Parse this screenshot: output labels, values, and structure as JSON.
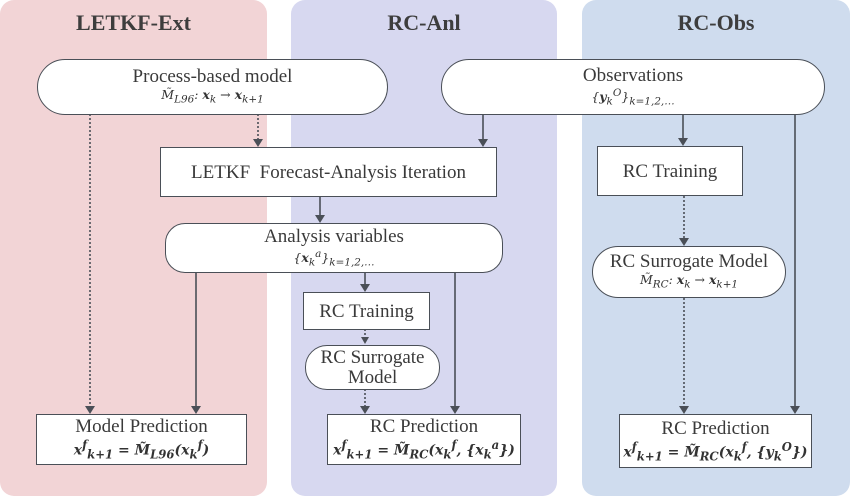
{
  "colors": {
    "panel_letkf_ext": "#f2d4d6",
    "panel_rc_anl": "#d7d8f0",
    "panel_rc_obs": "#cfdcee",
    "node_border": "#4a4f57",
    "arrow": "#4a4f57"
  },
  "panels": [
    {
      "id": "letkf-ext",
      "title": "LETKF-Ext"
    },
    {
      "id": "rc-anl",
      "title": "RC-Anl"
    },
    {
      "id": "rc-obs",
      "title": "RC-Obs"
    }
  ],
  "nodes": {
    "process_model": {
      "title": "Process-based model",
      "formula": "M̃L96: xk → xk+1"
    },
    "observations": {
      "title": "Observations",
      "formula": "{yᵏᴼ}k=1,2,…"
    },
    "letkf_iteration": {
      "title": "LETKF  Forecast-Analysis Iteration"
    },
    "analysis_variables": {
      "title": "Analysis variables",
      "formula": "{xₖᵃ}k=1,2,…"
    },
    "rc_training_anl": {
      "title": "RC Training"
    },
    "rc_surrogate_anl": {
      "title": "RC Surrogate Model"
    },
    "model_prediction": {
      "title": "Model Prediction",
      "formula": "xᶠk+1 = M̃L96(xₖᶠ)"
    },
    "rc_prediction_anl": {
      "title": "RC Prediction",
      "formula": "xᶠk+1 = M̃RC(xₖᶠ, {xₖᵃ})"
    },
    "rc_training_obs": {
      "title": "RC Training"
    },
    "rc_surrogate_obs": {
      "title": "RC Surrogate Model",
      "formula": "M̃RC: xk → xk+1"
    },
    "rc_prediction_obs": {
      "title": "RC Prediction",
      "formula": "xᶠk+1 = M̃RC(xₖᶠ, {yₖᴼ})"
    }
  },
  "edges": [
    {
      "from": "process_model",
      "to": "model_prediction",
      "style": "dotted"
    },
    {
      "from": "process_model",
      "to": "letkf_iteration",
      "style": "dotted"
    },
    {
      "from": "observations",
      "to": "letkf_iteration",
      "style": "solid"
    },
    {
      "from": "observations",
      "to": "rc_training_obs",
      "style": "solid"
    },
    {
      "from": "observations",
      "to": "rc_prediction_obs",
      "style": "solid"
    },
    {
      "from": "letkf_iteration",
      "to": "analysis_variables",
      "style": "solid"
    },
    {
      "from": "analysis_variables",
      "to": "model_prediction",
      "style": "solid"
    },
    {
      "from": "analysis_variables",
      "to": "rc_training_anl",
      "style": "solid"
    },
    {
      "from": "analysis_variables",
      "to": "rc_prediction_anl",
      "style": "solid"
    },
    {
      "from": "rc_training_anl",
      "to": "rc_surrogate_anl",
      "style": "dotted"
    },
    {
      "from": "rc_surrogate_anl",
      "to": "rc_prediction_anl",
      "style": "dotted"
    },
    {
      "from": "rc_training_obs",
      "to": "rc_surrogate_obs",
      "style": "dotted"
    },
    {
      "from": "rc_surrogate_obs",
      "to": "rc_prediction_obs",
      "style": "dotted"
    }
  ]
}
